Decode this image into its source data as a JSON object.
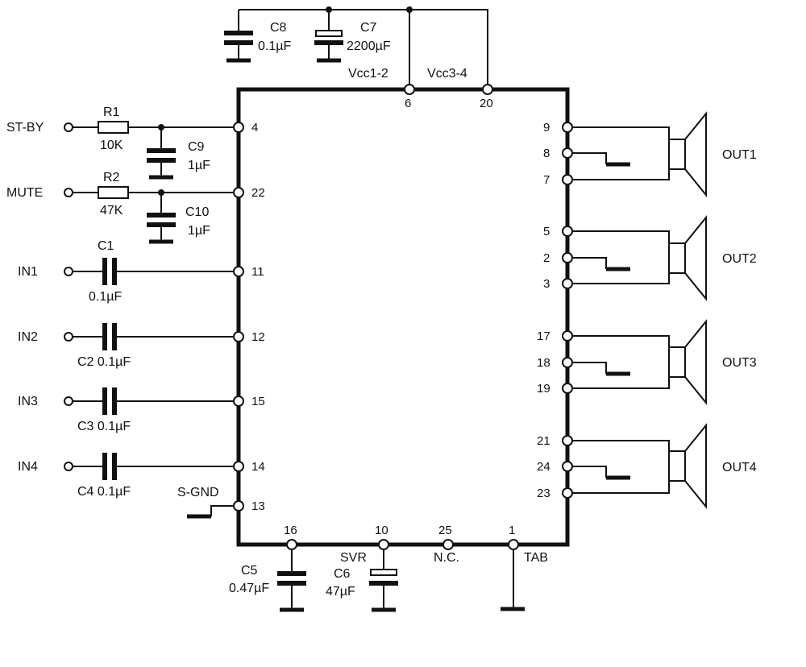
{
  "inputs": {
    "stby": "ST-BY",
    "mute": "MUTE",
    "in1": "IN1",
    "in2": "IN2",
    "in3": "IN3",
    "in4": "IN4"
  },
  "components": {
    "r1": "R1",
    "r1_value": "10K",
    "r2": "R2",
    "r2_value": "47K",
    "c1": "C1",
    "c1_value": "0.1µF",
    "c2": "C2 0.1µF",
    "c3": "C3 0.1µF",
    "c4": "C4 0.1µF",
    "c5": "C5",
    "c5_value": "0.47µF",
    "c6": "C6",
    "c6_value": "47µF",
    "c7": "C7",
    "c7_value": "2200µF",
    "c8": "C8",
    "c8_value": "0.1µF",
    "c9": "C9",
    "c9_value": "1µF",
    "c10": "C10",
    "c10_value": "1µF"
  },
  "supply": {
    "vcc12": "Vcc1-2",
    "vcc34": "Vcc3-4"
  },
  "pins": {
    "p6": "6",
    "p20": "20",
    "p4": "4",
    "p22": "22",
    "p11": "11",
    "p12": "12",
    "p15": "15",
    "p14": "14",
    "p13": "13",
    "p9": "9",
    "p8": "8",
    "p7": "7",
    "p5": "5",
    "p2": "2",
    "p3": "3",
    "p17": "17",
    "p18": "18",
    "p19": "19",
    "p21": "21",
    "p24": "24",
    "p23": "23",
    "p16": "16",
    "p10": "10",
    "p25": "25",
    "p1": "1"
  },
  "bottom_labels": {
    "svr": "SVR",
    "nc": "N.C.",
    "tab": "TAB",
    "sgnd": "S-GND"
  },
  "outputs": {
    "out1": "OUT1",
    "out2": "OUT2",
    "out3": "OUT3",
    "out4": "OUT4"
  }
}
